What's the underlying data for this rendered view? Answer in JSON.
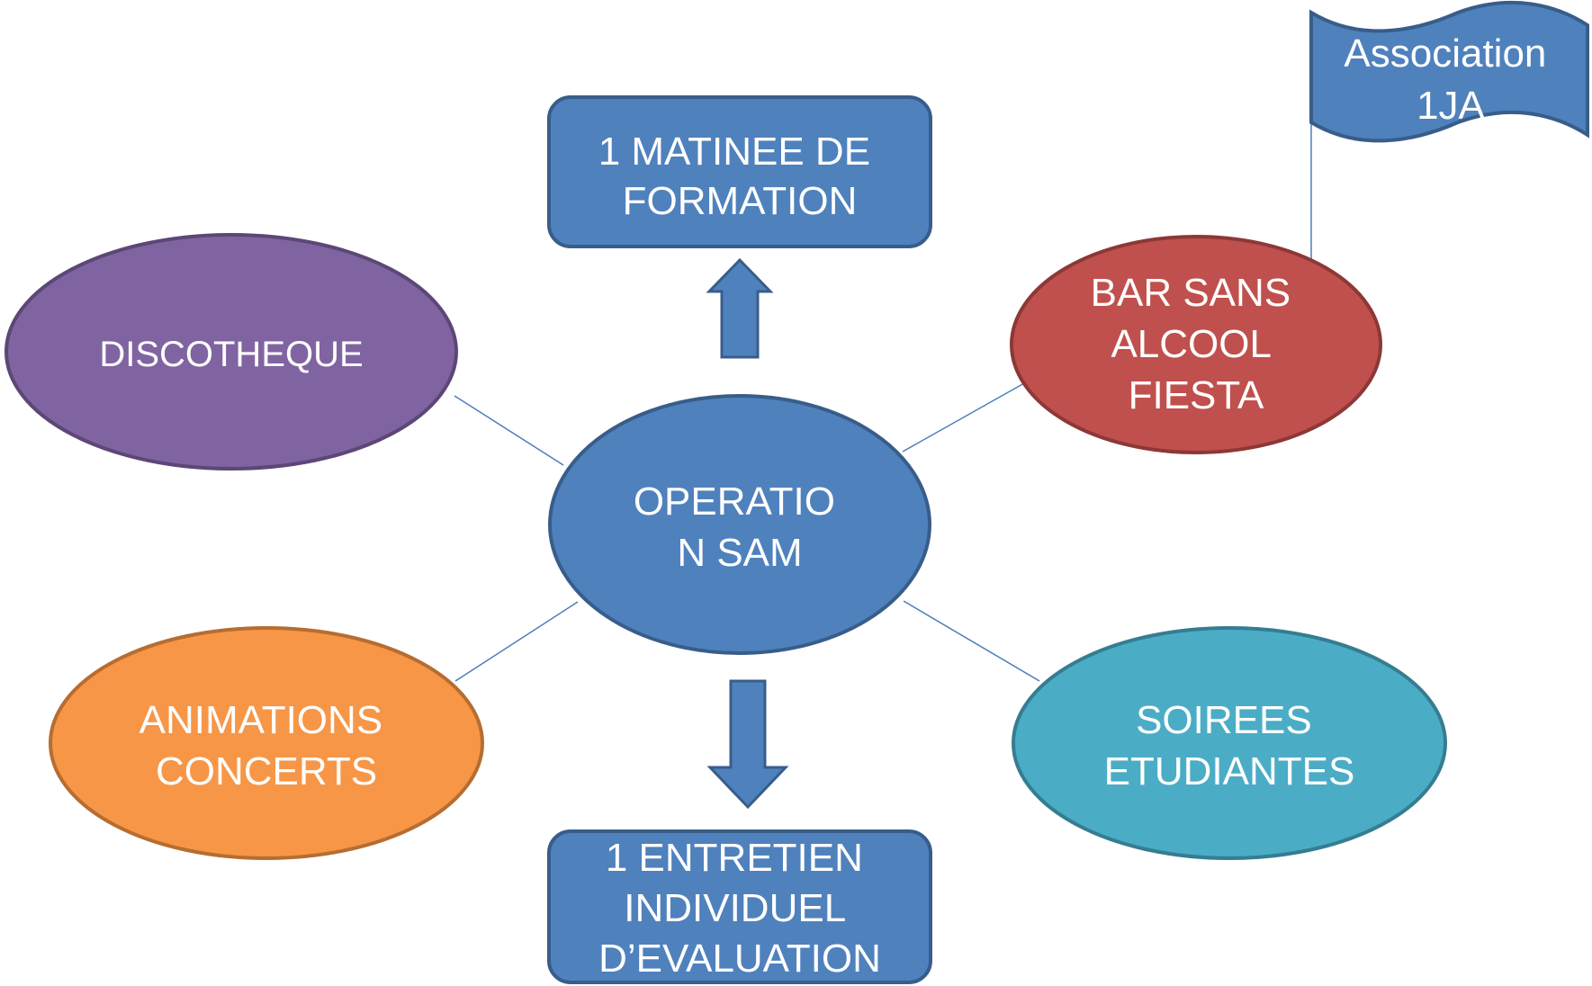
{
  "diagram": {
    "center": {
      "lines": [
        "OPERATIO",
        "N SAM"
      ]
    },
    "top_box": {
      "lines": [
        "1 MATINEE DE",
        "FORMATION"
      ]
    },
    "bottom_box": {
      "lines": [
        "1 ENTRETIEN",
        "INDIVIDUEL",
        "D’EVALUATION"
      ]
    },
    "discotheque": {
      "lines": [
        "DISCOTHEQUE"
      ]
    },
    "bar": {
      "lines": [
        "BAR SANS",
        "ALCOOL",
        "FIESTA"
      ]
    },
    "animations": {
      "lines": [
        "ANIMATIONS",
        "CONCERTS"
      ]
    },
    "soirees": {
      "lines": [
        "SOIREES",
        "ETUDIANTES"
      ]
    },
    "flag": {
      "lines": [
        "Association",
        "1JA"
      ]
    }
  },
  "colors": {
    "blue_fill": "#4f81bd",
    "blue_stroke": "#385d8a",
    "purple_fill": "#8064a2",
    "purple_stroke": "#5c4776",
    "red_fill": "#c0504d",
    "red_stroke": "#8c3836",
    "orange_fill": "#f79646",
    "orange_stroke": "#b66d31",
    "teal_fill": "#4bacc6",
    "teal_stroke": "#357d91",
    "connector": "#4a7ebb"
  }
}
